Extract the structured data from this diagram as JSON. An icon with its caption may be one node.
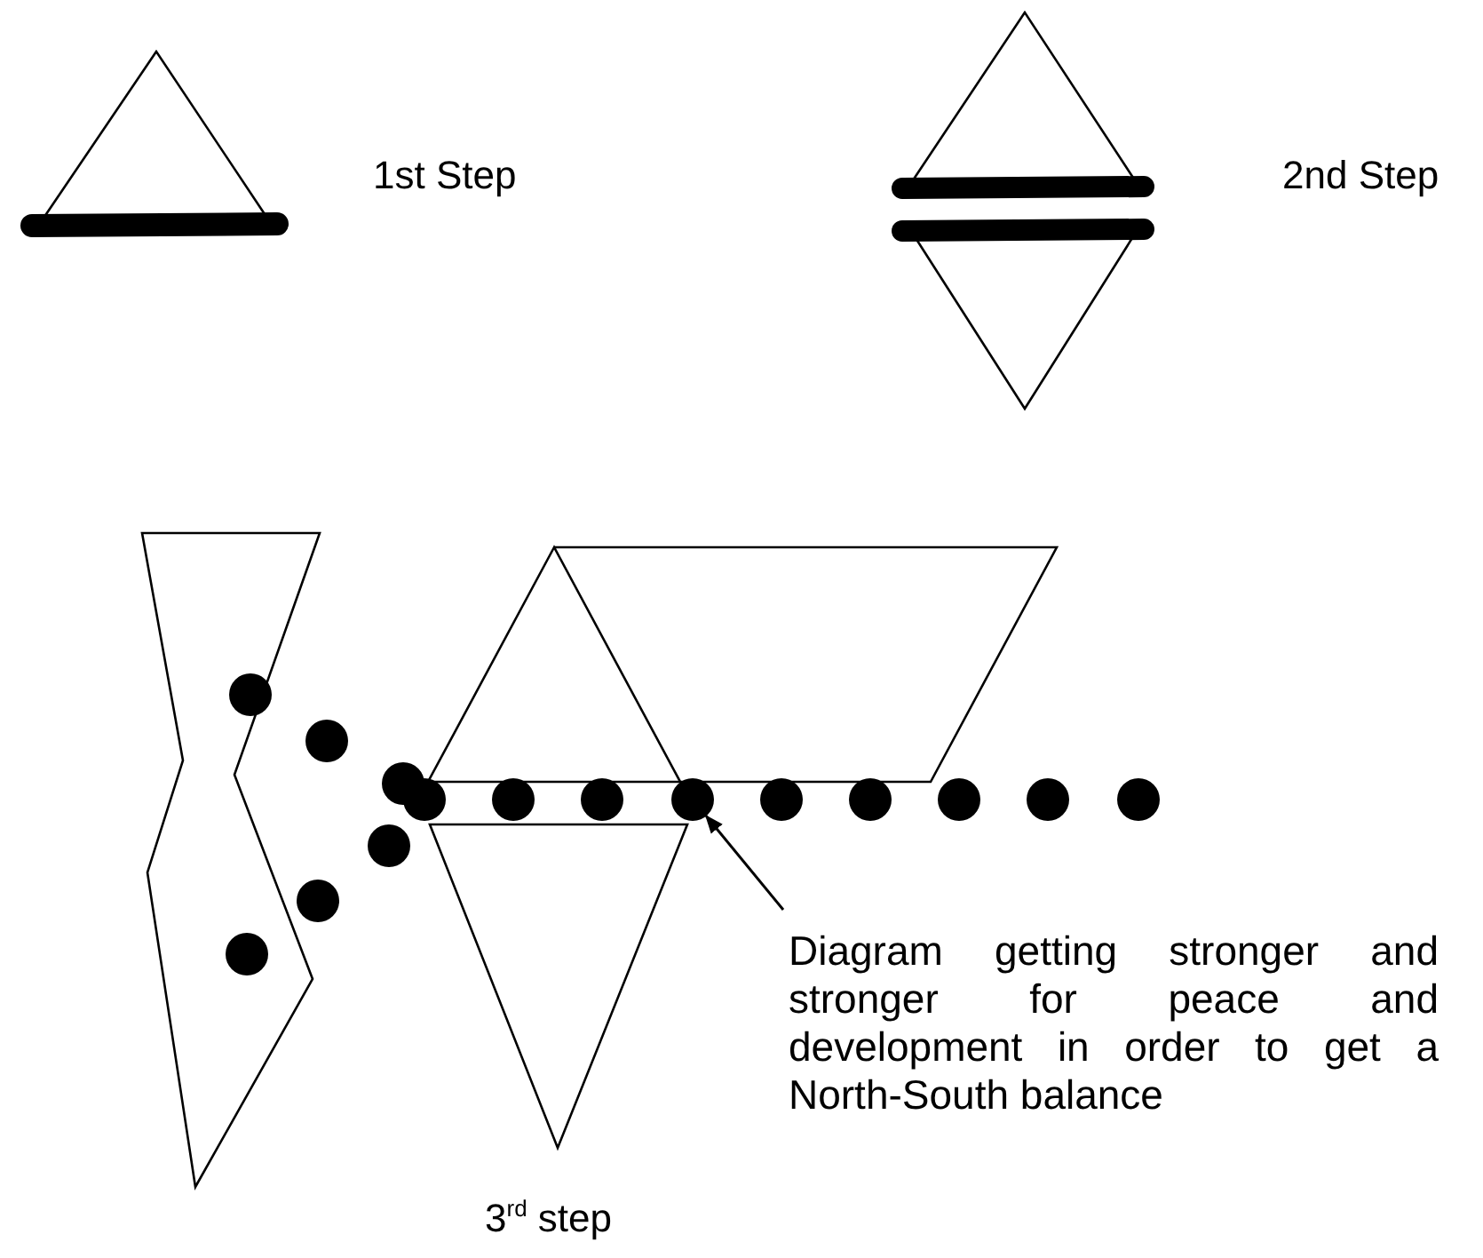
{
  "diagram": {
    "nodes": [
      {
        "text": [
          "Diagram getting stronger and stronger for peace and development in order to get a North-South balance"
        ]
      },
      {
        "text": [],
        "shape": "circle"
      }
    ],
    "edges": [
      {
        "from": 0,
        "to": 1,
        "arrow": "to"
      }
    ],
    "labels": [
      "1st Step",
      "2nd Step",
      "3$^{rd}$ step"
    ]
  }
}
